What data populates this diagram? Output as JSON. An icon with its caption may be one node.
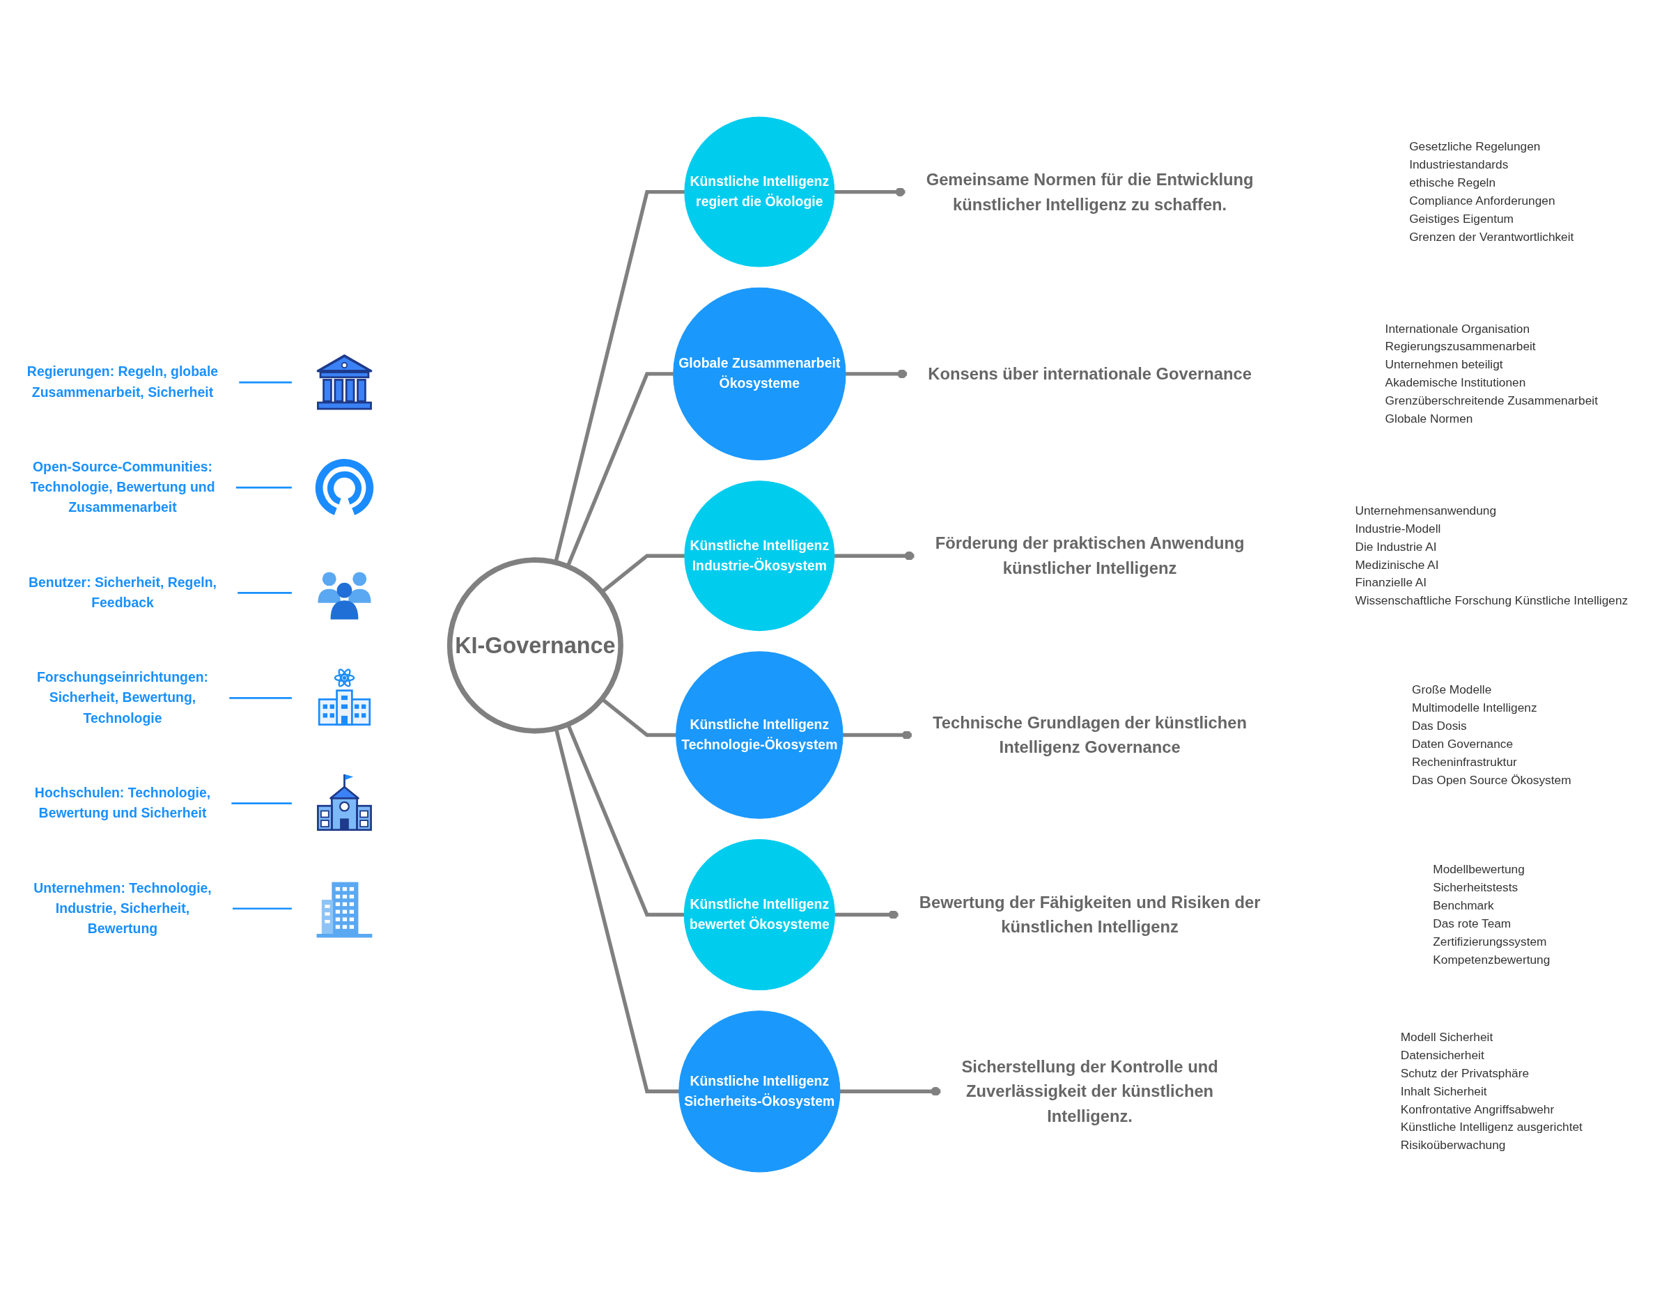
{
  "diagram": {
    "nodes": [
      {
        "text": [
          "KI-Governance"
        ]
      },
      {
        "text": [
          "Künstliche Intelligenz regiert die Ökologie"
        ]
      },
      {
        "text": [
          "Gemeinsame Normen für die Entwicklung künstlicher Intelligenz zu schaffen."
        ],
        "beside": [
          "Gesetzliche Regelungen",
          "Industriestandards",
          "ethische Regeln",
          "Compliance Anforderungen",
          "Geistiges Eigentum",
          "Grenzen der Verantwortlichkeit"
        ]
      },
      {
        "text": [
          "Globale Zusammenarbeit Ökosysteme"
        ]
      },
      {
        "text": [
          "Konsens über internationale Governance"
        ],
        "beside": [
          "Internationale Organisation",
          "Regierungszusammenarbeit",
          "Unternehmen beteiligt",
          "Akademische Institutionen",
          "Grenzüberschreitende Zusammenarbeit",
          "Globale Normen"
        ]
      },
      {
        "text": [
          "Künstliche Intelligenz Industrie-Ökosystem"
        ]
      },
      {
        "text": [
          "Förderung der praktischen Anwendung künstlicher Intelligenz"
        ],
        "beside": [
          "Unternehmensanwendung",
          "Industrie-Modell",
          "Die Industrie AI",
          "Medizinische AI",
          "Finanzielle AI",
          "Wissenschaftliche Forschung Künstliche Intelligenz"
        ]
      },
      {
        "text": [
          "Künstliche Intelligenz Technologie-Ökosystem"
        ]
      },
      {
        "text": [
          "Technische Grundlagen der künstlichen Intelligenz Governance"
        ],
        "beside": [
          "Große Modelle",
          "Multimodelle Intelligenz",
          "Das Dosis",
          "Daten Governance",
          "Recheninfrastruktur",
          "Das Open Source Ökosystem"
        ]
      },
      {
        "text": [
          "Künstliche Intelligenz bewertet Ökosysteme"
        ]
      },
      {
        "text": [
          "Bewertung der Fähigkeiten und Risiken der künstlichen Intelligenz"
        ],
        "beside": [
          "Modellbewertung",
          "Sicherheitstests",
          "Benchmark",
          "Das rote Team",
          "Zertifizierungssystem",
          "Kompetenzbewertung"
        ]
      },
      {
        "text": [
          "Künstliche Intelligenz Sicherheits-Ökosystem"
        ]
      },
      {
        "text": [
          "Sicherstellung der Kontrolle und Zuverlässigkeit der künstlichen Intelligenz."
        ],
        "beside": [
          "Modell Sicherheit",
          "Datensicherheit",
          "Schutz der Privatsphäre",
          "Inhalt Sicherheit",
          "Konfrontative Angriffsabwehr",
          "Künstliche Intelligenz ausgerichtet",
          "Risikoüberwachung"
        ]
      },
      {
        "text": [
          "Regierungen: Regeln, globale Zusammenarbeit, Sicherheit"
        ]
      },
      {
        "text": [],
        "shape": "picture"
      },
      {
        "text": [
          "Open-Source-Communities: Technologie, Bewertung und Zusammenarbeit"
        ]
      },
      {
        "text": [],
        "shape": "picture"
      },
      {
        "text": [
          "Benutzer: Sicherheit, Regeln, Feedback"
        ]
      },
      {
        "text": [],
        "shape": "picture"
      },
      {
        "text": [
          "Forschungseinrichtungen: Sicherheit, Bewertung, Technologie"
        ]
      },
      {
        "text": [],
        "shape": "picture"
      },
      {
        "text": [
          "Hochschulen: Technologie, Bewertung und Sicherheit"
        ]
      },
      {
        "text": [],
        "shape": "picture"
      },
      {
        "text": [
          "Unternehmen: Technologie, Industrie, Sicherheit, Bewertung"
        ]
      },
      {
        "text": [],
        "shape": "picture"
      }
    ],
    "edges": [
      {
        "from": 0,
        "to": 1,
        "arrow": "none"
      },
      {
        "from": 1,
        "to": 2,
        "arrow": "other"
      },
      {
        "from": 0,
        "to": 3,
        "arrow": "none"
      },
      {
        "from": 3,
        "to": 4,
        "arrow": "other"
      },
      {
        "from": 0,
        "to": 5,
        "arrow": "none"
      },
      {
        "from": 5,
        "to": 6,
        "arrow": "other"
      },
      {
        "from": 0,
        "to": 7,
        "arrow": "none"
      },
      {
        "from": 7,
        "to": 8,
        "arrow": "other"
      },
      {
        "from": 0,
        "to": 9,
        "arrow": "none"
      },
      {
        "from": 9,
        "to": 10,
        "arrow": "other"
      },
      {
        "from": 0,
        "to": 11,
        "arrow": "none"
      },
      {
        "from": 11,
        "to": 12,
        "arrow": "other"
      },
      {
        "from": 13,
        "to": 14,
        "arrow": "none",
        "color": "#1890ff"
      },
      {
        "from": 15,
        "to": 16,
        "arrow": "none",
        "color": "#1890ff"
      },
      {
        "from": 17,
        "to": 18,
        "arrow": "none",
        "color": "#1890ff"
      },
      {
        "from": 19,
        "to": 20,
        "arrow": "none",
        "color": "#1890ff"
      },
      {
        "from": 21,
        "to": 22,
        "arrow": "none",
        "color": "#1890ff"
      },
      {
        "from": 23,
        "to": 24,
        "arrow": "none",
        "color": "#1890ff"
      }
    ]
  }
}
